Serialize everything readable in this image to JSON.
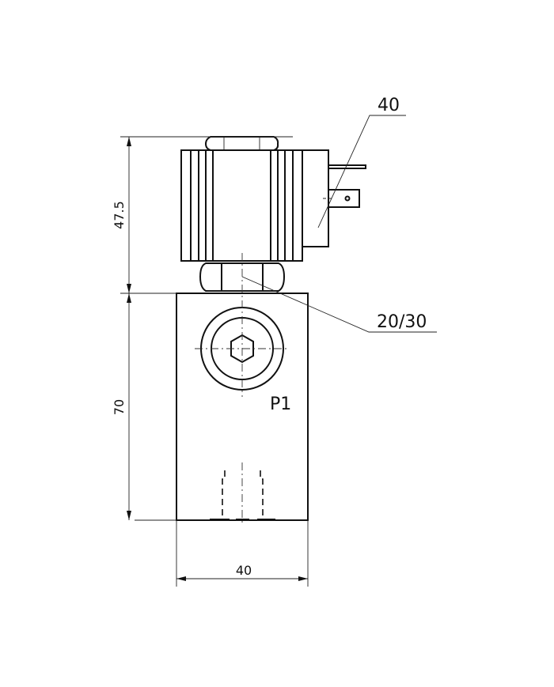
{
  "drawing": {
    "dimensions": {
      "height_upper": "47.5",
      "height_body": "70",
      "width_body": "40"
    },
    "callouts": {
      "coil_size": "40",
      "nut_size": "20/30"
    },
    "port_label": "P1"
  }
}
